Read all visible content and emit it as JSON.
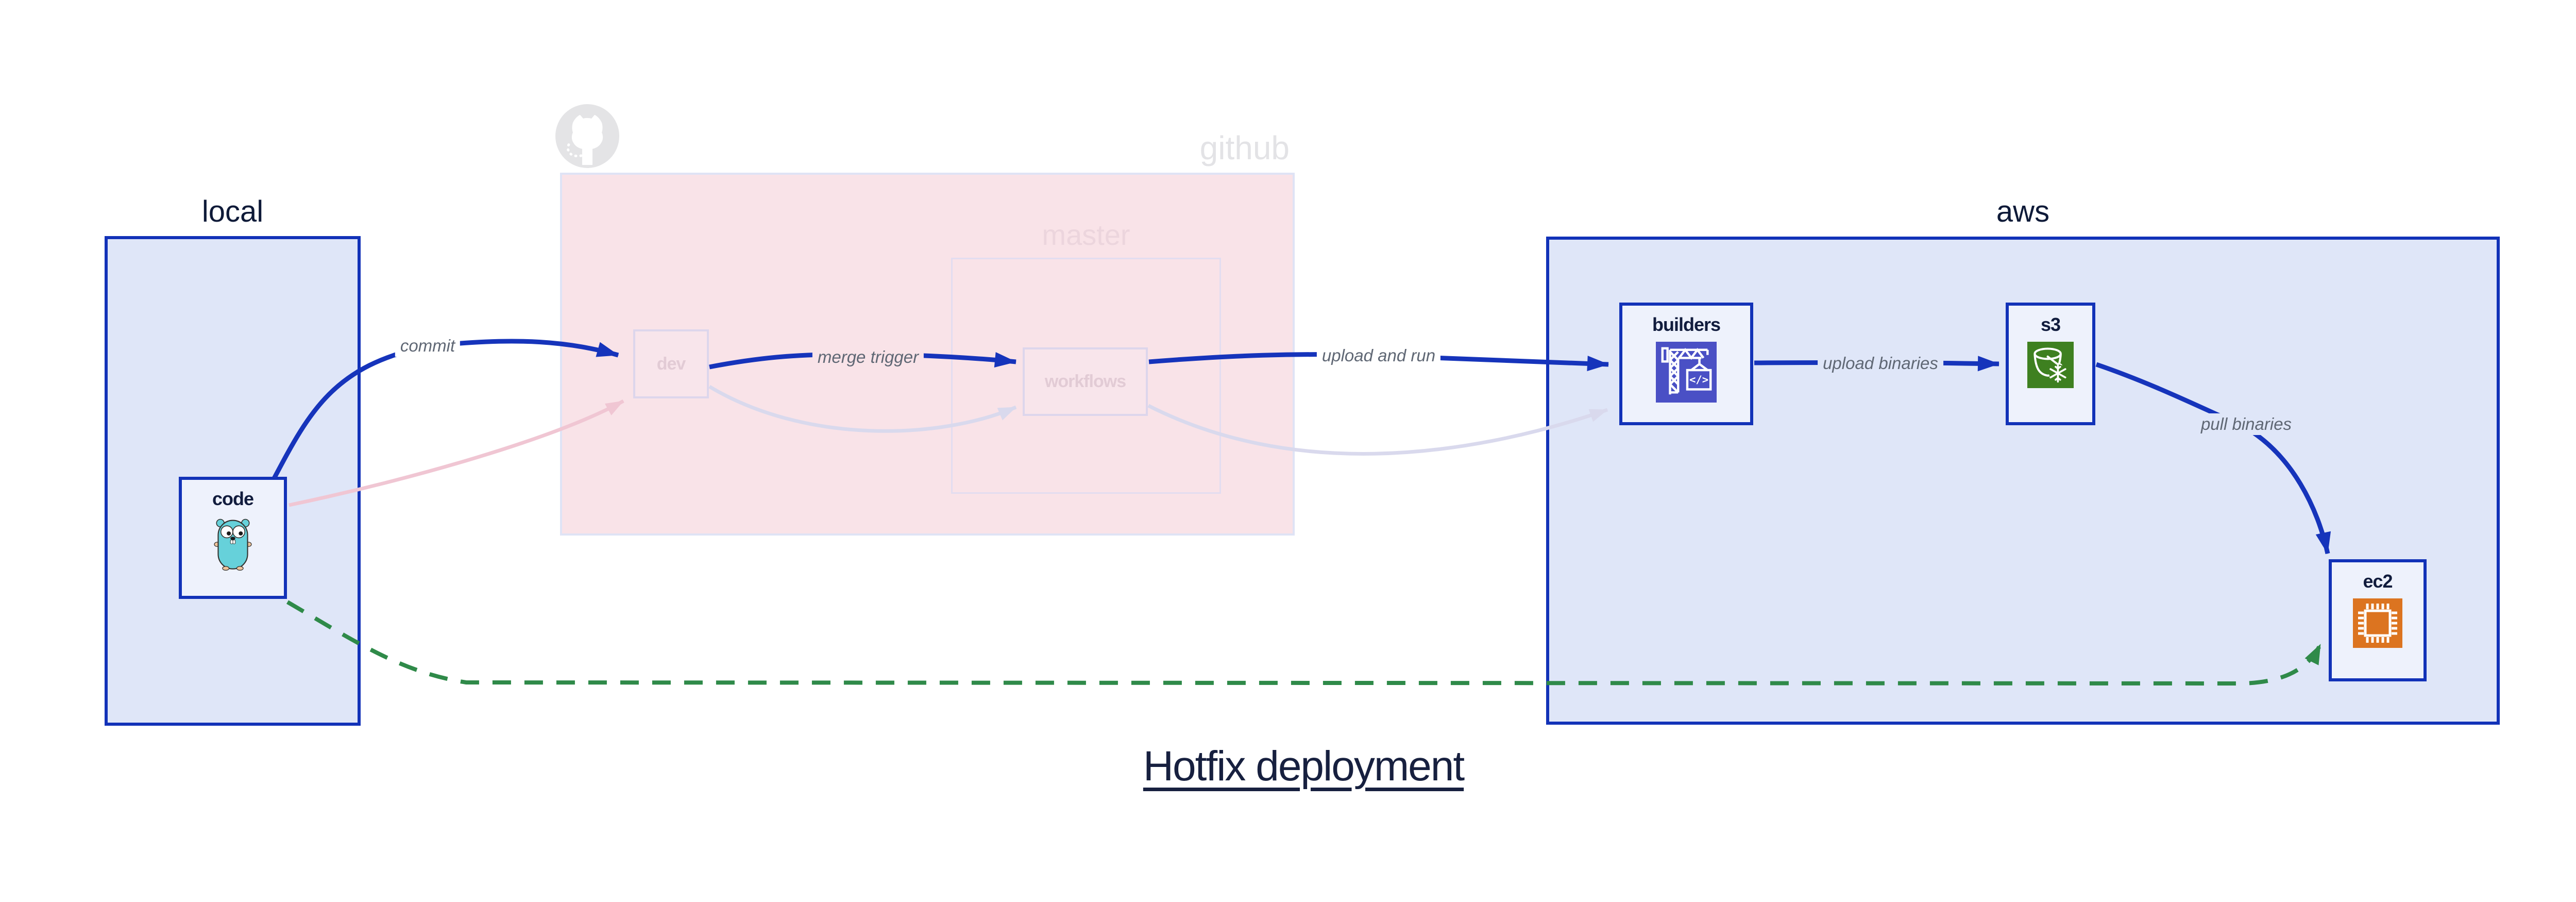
{
  "title": "Hotfix deployment",
  "groups": {
    "local": {
      "label": "local"
    },
    "github": {
      "label": "github",
      "master": {
        "label": "master"
      }
    },
    "aws": {
      "label": "aws"
    }
  },
  "nodes": {
    "code": {
      "label": "code",
      "icon": "go-gopher"
    },
    "dev": {
      "label": "dev"
    },
    "workflows": {
      "label": "workflows"
    },
    "builders": {
      "label": "builders",
      "icon": "aws-codebuild-crane"
    },
    "s3": {
      "label": "s3",
      "icon": "aws-s3-glacier-bucket"
    },
    "ec2": {
      "label": "ec2",
      "icon": "aws-ec2-chip"
    }
  },
  "edges": {
    "commit": {
      "label": "commit",
      "style": "solid-blue"
    },
    "merge_trigger": {
      "label": "merge trigger",
      "style": "solid-blue"
    },
    "upload_and_run": {
      "label": "upload and run",
      "style": "solid-blue"
    },
    "upload_binaries": {
      "label": "upload binaries",
      "style": "solid-blue"
    },
    "pull_binaries": {
      "label": "pull binaries",
      "style": "solid-blue"
    },
    "hotfix_code_to_ec2": {
      "style": "dashed-green"
    },
    "faded_code_to_dev": {
      "style": "faded-pink"
    },
    "faded_dev_to_workflows": {
      "style": "faded-lavender"
    },
    "faded_workflows_to_builders": {
      "style": "faded-lavender"
    }
  },
  "colors": {
    "arrow_blue": "#1634bb",
    "group_border_blue": "#1232b8",
    "group_fill_lavender": "#dfe6f8",
    "node_fill": "#eef2fc",
    "github_fill_pink": "#f9e3e8",
    "faded_border": "#ddd6ec",
    "faded_pink_arrow": "#f0c6d3",
    "faded_lavender_arrow": "#d9d9ed",
    "hotfix_green": "#2f8a49",
    "github_gray": "#e3e3e6",
    "codebuild_icon_bg": "#4a50c5",
    "s3_icon_bg": "#3e8020",
    "ec2_icon_bg": "#dc7420",
    "gopher_teal": "#66d1da",
    "edge_label_gray": "#5f6774",
    "dark_navy": "#111c3d"
  }
}
